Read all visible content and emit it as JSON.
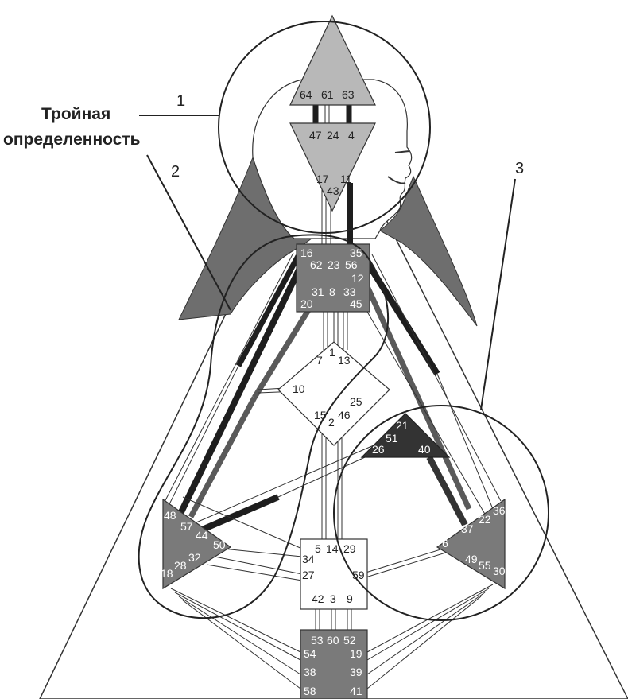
{
  "callout": {
    "line1": "Тройная",
    "line2": "определенность",
    "n1": "1",
    "n2": "2",
    "n3": "3"
  },
  "gates": {
    "head": [
      "64",
      "61",
      "63"
    ],
    "ajna": [
      "47",
      "24",
      "4",
      "17",
      "43",
      "11"
    ],
    "throat": [
      "16",
      "35",
      "62",
      "23",
      "56",
      "12",
      "31",
      "8",
      "33",
      "20",
      "45"
    ],
    "g_center": [
      "7",
      "1",
      "13",
      "10",
      "15",
      "2",
      "46",
      "25"
    ],
    "ego": [
      "21",
      "51",
      "26",
      "40"
    ],
    "spleen": [
      "48",
      "57",
      "44",
      "50",
      "32",
      "28",
      "18"
    ],
    "solar_plexus": [
      "36",
      "22",
      "37",
      "6",
      "49",
      "55",
      "30"
    ],
    "sacral": [
      "5",
      "14",
      "29",
      "34",
      "27",
      "59",
      "42",
      "3",
      "9"
    ],
    "root": [
      "53",
      "60",
      "52",
      "54",
      "19",
      "38",
      "39",
      "58",
      "41"
    ]
  },
  "colors": {
    "background": "#ffffff",
    "outline": "#222222",
    "silhouette": "#6e6e6e",
    "center_light": "#b8b8b8",
    "center_mid": "#7a7a7a",
    "center_dark": "#333333",
    "channel_dark": "#1e1e1e",
    "channel_mid": "#5a5a5a"
  }
}
